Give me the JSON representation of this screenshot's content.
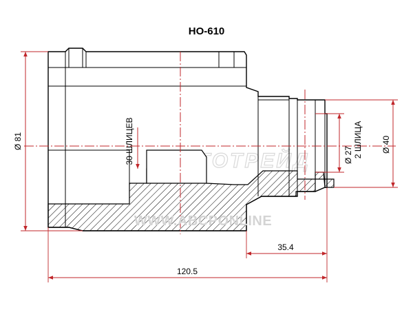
{
  "part_number": "HO-610",
  "dimensions": {
    "outer_diameter": "Ø 81",
    "inner_splines": "30 ШЛИЦЕВ",
    "shaft_diameter": "Ø 27",
    "shaft_splines": "2 ШЛИЦА",
    "stub_diameter": "Ø 40",
    "stub_length": "35.4",
    "total_length": "120.5"
  },
  "watermarks": {
    "brand": "АВТОТРЕЙД",
    "url": "WWW.ABCPONLINE"
  },
  "colors": {
    "dimension_lines": "#c0262a",
    "outline": "#000000",
    "watermark": "#d4d4d4"
  }
}
